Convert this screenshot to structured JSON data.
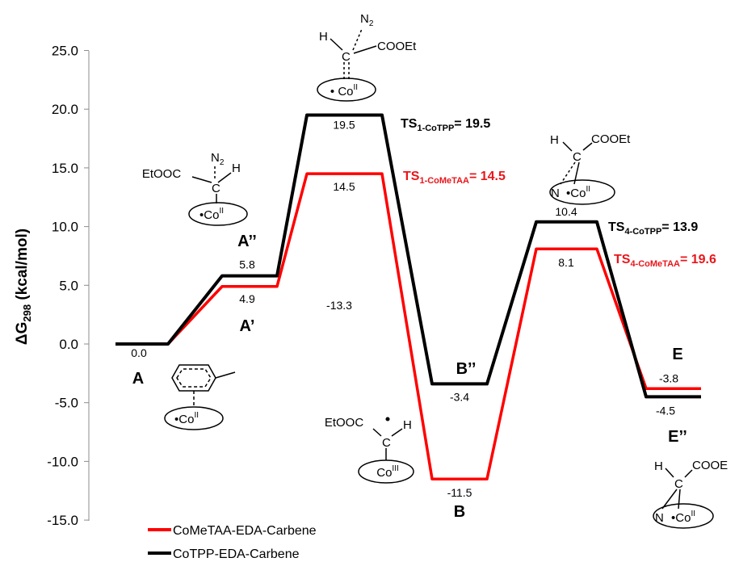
{
  "chart_data": {
    "type": "line",
    "ylabel": "ΔG",
    "ylabel_sub": "298",
    "ylabel_unit": "(kcal/mol)",
    "ylim": [
      -15,
      25
    ],
    "yticks": [
      "25.0",
      "20.0",
      "15.0",
      "10.0",
      "5.0",
      "0.0",
      "-5.0",
      "-10.0",
      "-15.0"
    ],
    "series": [
      {
        "name": "CoMeTAA-EDA-Carbene",
        "color": "#ff0000",
        "levels": [
          0.0,
          4.9,
          14.5,
          -11.5,
          8.1,
          -3.8
        ],
        "labels": [
          "",
          "4.9",
          "14.5",
          "-11.5",
          "8.1",
          "-3.8"
        ]
      },
      {
        "name": "CoTPP-EDA-Carbene",
        "color": "#000000",
        "levels": [
          0.0,
          5.8,
          19.5,
          -3.4,
          10.4,
          -4.5
        ],
        "labels": [
          "0.0",
          "5.8",
          "19.5",
          "-3.4",
          "10.4",
          "-4.5"
        ]
      }
    ],
    "extra_label": "-13.3",
    "state_labels": {
      "A": "A",
      "A_dprime": "A’’",
      "A_prime": "A’",
      "B_dprime": "B’’",
      "B": "B",
      "E": "E",
      "E_dprime": "E’’"
    },
    "annotations": {
      "ts1_cotpp": {
        "main": "TS",
        "sub": "1-CoTPP",
        "value": "= 19.5",
        "color": "#000000"
      },
      "ts1_cometaa": {
        "main": "TS",
        "sub": "1-CoMeTAA",
        "value": "= 14.5",
        "color": "#e8161b"
      },
      "ts4_cotpp": {
        "main": "TS",
        "sub": "4-CoTPP",
        "value": "= 13.9",
        "color": "#000000"
      },
      "ts4_cometaa": {
        "main": "TS",
        "sub": "4-CoMeTAA",
        "value": "= 19.6",
        "color": "#e8161b"
      }
    },
    "structures": {
      "s_A": {
        "co": "Co",
        "ox": "II"
      },
      "s_Aprime": {
        "ester": "EtOOC",
        "n2": "N",
        "n2_sub": "2",
        "h": "H",
        "c": "C",
        "co": "Co",
        "ox": "II"
      },
      "s_TS1": {
        "n2": "N",
        "n2_sub": "2",
        "h": "H",
        "ester": "COOEt",
        "c": "C",
        "co": "Co",
        "ox": "II"
      },
      "s_B": {
        "ester": "EtOOC",
        "h": "H",
        "c": "C",
        "co": "Co",
        "ox": "III"
      },
      "s_TS4": {
        "h": "H",
        "ester": "COOEt",
        "c": "C",
        "n": "N",
        "co": "Co",
        "ox": "II"
      },
      "s_E": {
        "h": "H",
        "ester": "COOE",
        "c": "C",
        "n": "N",
        "co": "Co",
        "ox": "II"
      }
    }
  }
}
